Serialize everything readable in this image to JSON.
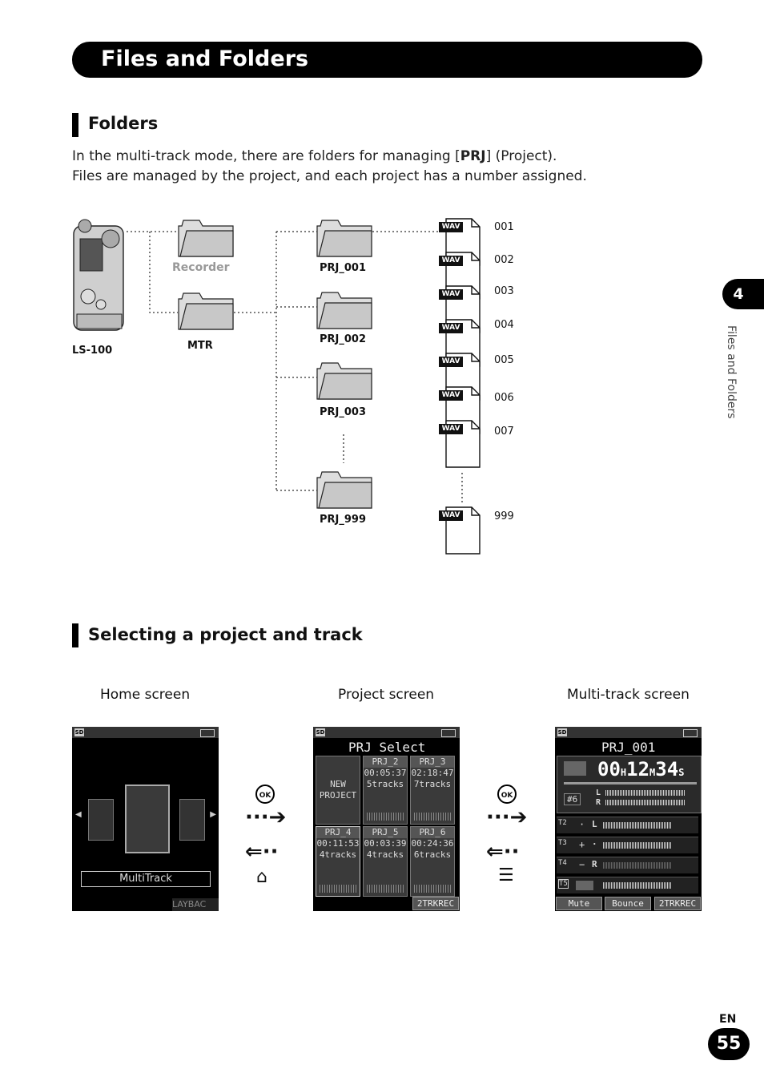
{
  "header": {
    "title": "Files and Folders"
  },
  "section1": {
    "title": "Folders",
    "line1_pre": "In the multi-track mode, there are folders for managing [",
    "line1_bold": "PRJ",
    "line1_post": "] (Project).",
    "line2": "Files are managed by the project, and each project has a number assigned."
  },
  "diagram": {
    "device_label": "LS-100",
    "recorder_label": "Recorder",
    "mtr_label": "MTR",
    "projects": [
      "PRJ_001",
      "PRJ_002",
      "PRJ_003",
      "PRJ_999"
    ],
    "file_badge": "WAV",
    "files": [
      "001",
      "002",
      "003",
      "004",
      "005",
      "006",
      "007",
      "999"
    ]
  },
  "section2": {
    "title": "Selecting a project and track",
    "captions": [
      "Home screen",
      "Project screen",
      "Multi-track screen"
    ]
  },
  "home_screen": {
    "mode": "MultiTrack",
    "footer": "LAYBAC"
  },
  "project_screen": {
    "title": "PRJ Select",
    "new_project": [
      "NEW",
      "PROJECT"
    ],
    "cells": [
      {
        "name": "PRJ_2",
        "time": "00:05:37",
        "tracks": "5tracks"
      },
      {
        "name": "PRJ_3",
        "time": "02:18:47",
        "tracks": "7tracks"
      },
      {
        "name": "PRJ_4",
        "time": "00:11:53",
        "tracks": "4tracks"
      },
      {
        "name": "PRJ_5",
        "time": "00:03:39",
        "tracks": "4tracks"
      },
      {
        "name": "PRJ_6",
        "time": "00:24:36",
        "tracks": "6tracks"
      }
    ],
    "footer_button": "2TRKREC"
  },
  "multitrack_screen": {
    "title": "PRJ_001",
    "time_h": "00",
    "time_m": "12",
    "time_s": "34",
    "unit_h": "H",
    "unit_m": "M",
    "unit_s": "S",
    "track_no": "#6",
    "ch_l": "L",
    "ch_r": "R",
    "tracks": [
      {
        "id": "T2",
        "sym": "·",
        "ch": "L"
      },
      {
        "id": "T3",
        "sym": "+",
        "ch": "·"
      },
      {
        "id": "T4",
        "sym": "−",
        "ch": "R"
      },
      {
        "id": "T5",
        "sym": "",
        "ch": ""
      }
    ],
    "buttons": [
      "Mute",
      "Bounce",
      "2TRKREC"
    ]
  },
  "nav": {
    "ok": "OK"
  },
  "side": {
    "chapter": "4",
    "chapter_title": "Files and Folders"
  },
  "footer": {
    "lang": "EN",
    "page": "55"
  }
}
